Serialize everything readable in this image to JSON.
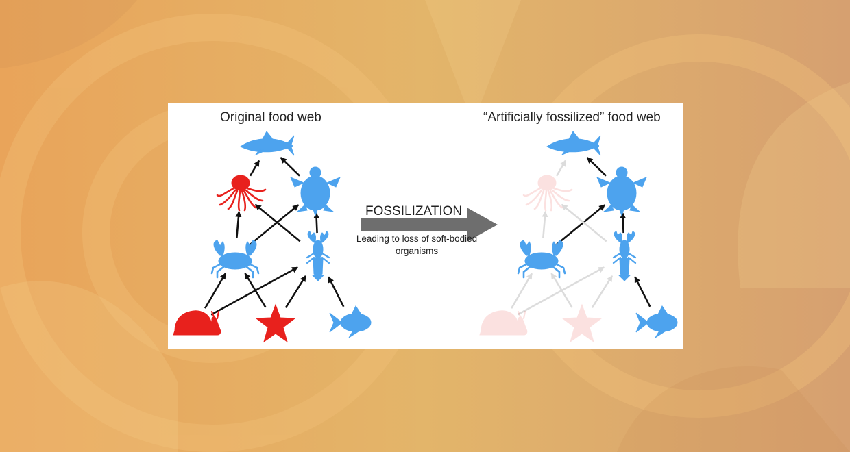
{
  "titles": {
    "original": "Original food web",
    "fossilized": "“Artificially fossilized” food web"
  },
  "transition": {
    "label": "FOSSILIZATION",
    "description": "Leading to loss of soft-bodied organisms"
  },
  "colors": {
    "hard_bodied": "#4da3ee",
    "soft_bodied": "#e8211d",
    "arrow": "#111111",
    "lost_arrow": "#dcdcdc",
    "transition_arrow": "#6e6e6e",
    "panel": "#ffffff"
  },
  "organisms": [
    {
      "name": "shark",
      "icon": "shark-icon",
      "body": "hard"
    },
    {
      "name": "octopus",
      "icon": "octopus-icon",
      "body": "soft"
    },
    {
      "name": "turtle",
      "icon": "turtle-icon",
      "body": "hard"
    },
    {
      "name": "crab",
      "icon": "crab-icon",
      "body": "hard"
    },
    {
      "name": "lobster",
      "icon": "lobster-icon",
      "body": "hard"
    },
    {
      "name": "snail",
      "icon": "snail-icon",
      "body": "soft"
    },
    {
      "name": "starfish",
      "icon": "starfish-icon",
      "body": "soft"
    },
    {
      "name": "fish",
      "icon": "fish-icon",
      "body": "hard"
    }
  ],
  "links": [
    {
      "from": "octopus",
      "to": "shark"
    },
    {
      "from": "turtle",
      "to": "shark"
    },
    {
      "from": "crab",
      "to": "octopus"
    },
    {
      "from": "crab",
      "to": "turtle"
    },
    {
      "from": "lobster",
      "to": "octopus"
    },
    {
      "from": "lobster",
      "to": "turtle"
    },
    {
      "from": "snail",
      "to": "crab"
    },
    {
      "from": "snail",
      "to": "lobster"
    },
    {
      "from": "starfish",
      "to": "crab"
    },
    {
      "from": "starfish",
      "to": "lobster"
    },
    {
      "from": "fish",
      "to": "lobster"
    }
  ]
}
